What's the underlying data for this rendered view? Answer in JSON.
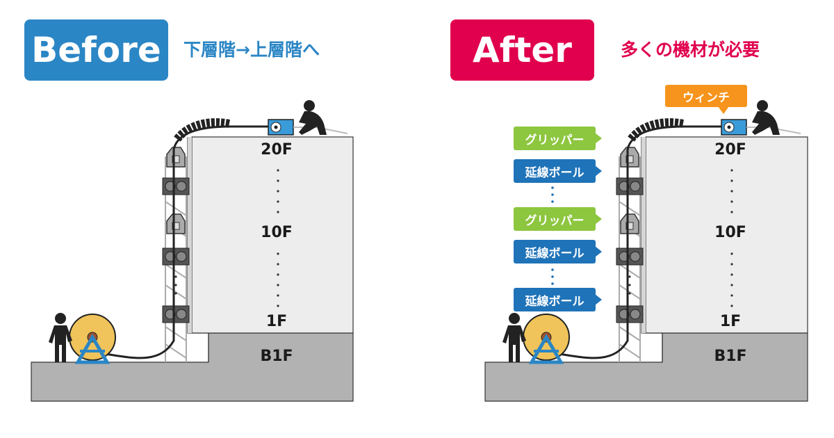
{
  "before": {
    "badge": "Before",
    "subtitle": "下層階→上層階へ",
    "floors": {
      "top": "20F",
      "mid": "10F",
      "ground": "1F",
      "basement": "B1F"
    }
  },
  "after": {
    "badge": "After",
    "subtitle": "多くの機材が必要",
    "floors": {
      "top": "20F",
      "mid": "10F",
      "ground": "1F",
      "basement": "B1F"
    },
    "labels": {
      "winch": "ウィンチ",
      "gripper_1": "グリッパー",
      "pole_1": "延線ボール",
      "gripper_2": "グリッパー",
      "pole_2": "延線ボール",
      "pole_3": "延線ボール"
    }
  },
  "colors": {
    "before_accent": "#2b86c5",
    "after_accent": "#e0004d",
    "gripper_label": "#8dc63f",
    "pole_label": "#1f73b9",
    "winch_label": "#f7941d",
    "winch_body": "#3a9bd9",
    "cable_drum": "#f0c45a",
    "drum_stand": "#2b86c5",
    "building": "#ededed",
    "basement": "#b2b2b2"
  },
  "icons": [
    "worker-icon",
    "cable-drum-icon",
    "winch-icon",
    "gripper-icon",
    "pulley-icon"
  ]
}
